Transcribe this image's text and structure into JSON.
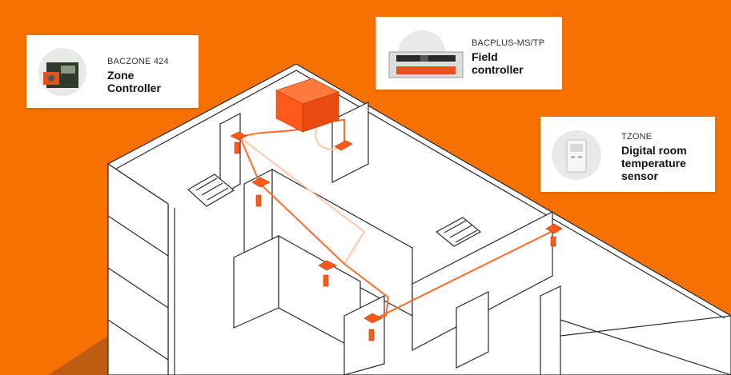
{
  "cards": [
    {
      "model": "BACZONE 424",
      "title_lines": [
        "Zone",
        "Controller"
      ],
      "icon": "zone-controller-device-icon"
    },
    {
      "model": "BACPLUS-MS/TP",
      "title_lines": [
        "Field",
        "controller"
      ],
      "icon": "field-controller-device-icon"
    },
    {
      "model": "TZONE",
      "title_lines": [
        "Digital room",
        "temperature",
        "sensor"
      ],
      "icon": "room-sensor-device-icon"
    }
  ],
  "colors": {
    "background": "#f77102",
    "building_stroke": "#2b2b2b",
    "building_fill": "#ffffff",
    "device": "#ff5a1a",
    "wire": "#ff6a2a",
    "wire_faded": "#ffc6a8"
  }
}
